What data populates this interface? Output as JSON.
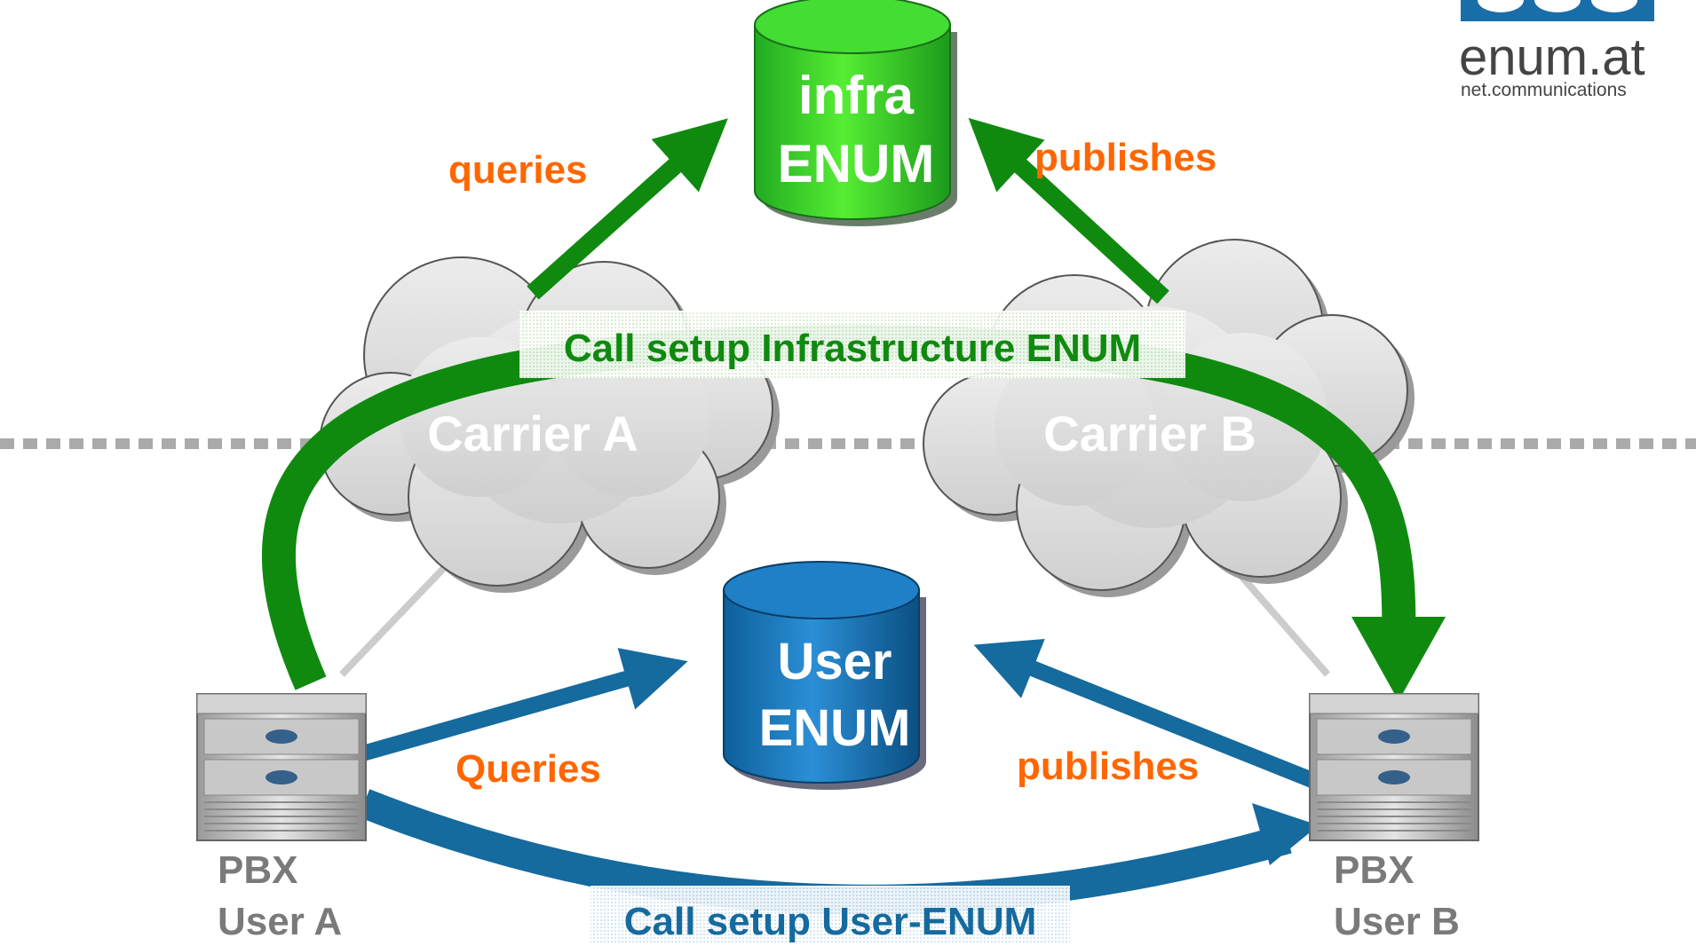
{
  "logo": {
    "name": "enum.at",
    "tagline": "net.communications"
  },
  "databases": {
    "infra": {
      "line1": "infra",
      "line2": "ENUM",
      "color": "#33cc33"
    },
    "user": {
      "line1": "User",
      "line2": "ENUM",
      "color": "#1a73b8"
    }
  },
  "clouds": {
    "carrier_a": "Carrier A",
    "carrier_b": "Carrier B"
  },
  "pbx": {
    "a": {
      "line1": "PBX",
      "line2": "User A"
    },
    "b": {
      "line1": "PBX",
      "line2": "User B"
    }
  },
  "arrows": {
    "infra_queries": "queries",
    "infra_publishes": "publishes",
    "user_queries": "Queries",
    "user_publishes": "publishes"
  },
  "call_setup": {
    "infra": "Call setup Infrastructure ENUM",
    "user": "Call setup User-ENUM"
  },
  "colors": {
    "green": "#0f8a0f",
    "blue": "#156a9e",
    "orange": "#ff6600",
    "gray_text": "#7a7a7a"
  }
}
